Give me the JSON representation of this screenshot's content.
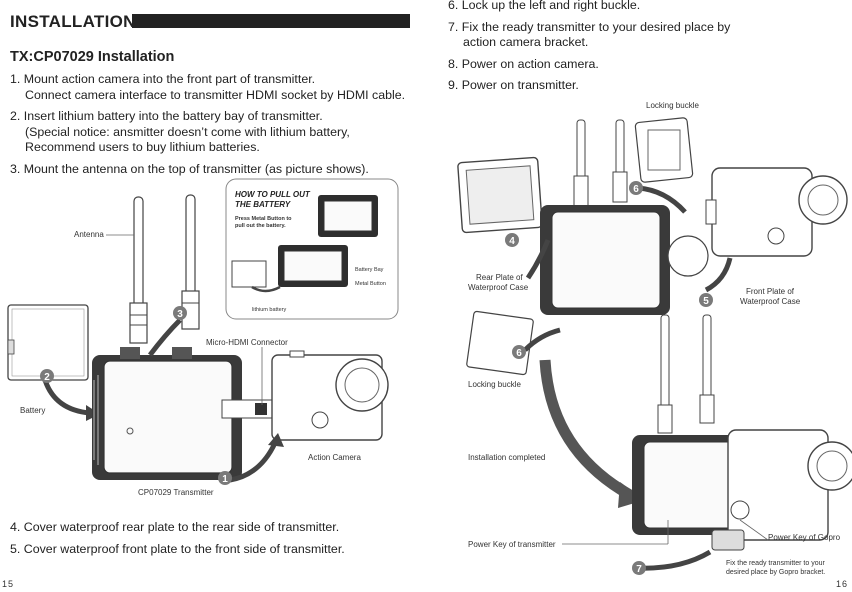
{
  "heading": "INSTALLATION",
  "subtitle": "TX:CP07029 Installation",
  "left_steps": {
    "s1_l1": "1. Mount action camera into the front part of transmitter.",
    "s1_l2": "Connect camera interface to transmitter HDMI socket by HDMI cable.",
    "s2_l1": "2. Insert lithium battery into the battery bay of transmitter.",
    "s2_l2": "(Special notice: ansmitter doesn’t come with lithium battery,",
    "s2_l3": "Recommend users to buy lithium batteries.",
    "s3_l1": "3. Mount the antenna on the top of transmitter (as picture shows)."
  },
  "left_bottom_steps": {
    "s4": "4. Cover waterproof rear plate to the rear side of transmitter.",
    "s5": "5. Cover waterproof front plate to the front side of transmitter."
  },
  "right_steps": {
    "s6": "6. Lock up the left and right buckle.",
    "s7_l1": "7. Fix the ready transmitter to your desired place by",
    "s7_l2": "action camera bracket.",
    "s8": "8. Power on action camera.",
    "s9": "9. Power on transmitter."
  },
  "left_figure": {
    "antenna": "Antenna",
    "battery": "Battery",
    "micro_hdmi": "Micro-HDMI Connector",
    "action_camera": "Action Camera",
    "transmitter": "CP07029 Transmitter",
    "markers": {
      "m1": "1",
      "m2": "2",
      "m3": "3"
    },
    "inset": {
      "title_l1": "HOW TO PULL OUT",
      "title_l2": "THE BATTERY",
      "note_l1": "Press Metal Button to",
      "note_l2": "pull out the battery.",
      "battery_bay": "Battery Bay",
      "metal_button": "Metal Button",
      "lithium_battery": "lithium battery"
    }
  },
  "right_figure": {
    "locking_buckle_top": "Locking buckle",
    "rear_plate_l1": "Rear Plate of",
    "rear_plate_l2": "Waterproof Case",
    "front_plate_l1": "Front Plate of",
    "front_plate_l2": "Waterproof Case",
    "locking_buckle_bottom": "Locking buckle",
    "installation_completed": "Installation completed",
    "power_key_transmitter": "Power Key of transmitter",
    "power_key_gopro": "Power Key of Gopro",
    "fix_note_l1": "Fix the ready transmitter to your",
    "fix_note_l2": "desired place by Gopro bracket.",
    "markers": {
      "m4": "4",
      "m5": "5",
      "m6a": "6",
      "m6b": "6",
      "m7": "7"
    }
  },
  "page_numbers": {
    "left": "15",
    "right": "16"
  },
  "colors": {
    "marker": "#7a7a7a",
    "text": "#222222",
    "device": "#555555",
    "arrow": "#333333"
  }
}
